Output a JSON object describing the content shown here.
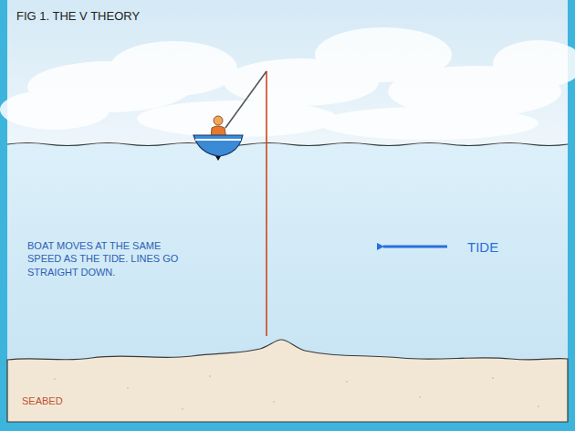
{
  "diagram": {
    "title": "FIG 1. THE V THEORY",
    "labels": [
      "BOAT MOVES AT THE SAME SPEED AS THE TIDE. LINES GO STRAIGHT DOWN.",
      "TIDE",
      "SEABED"
    ]
  }
}
